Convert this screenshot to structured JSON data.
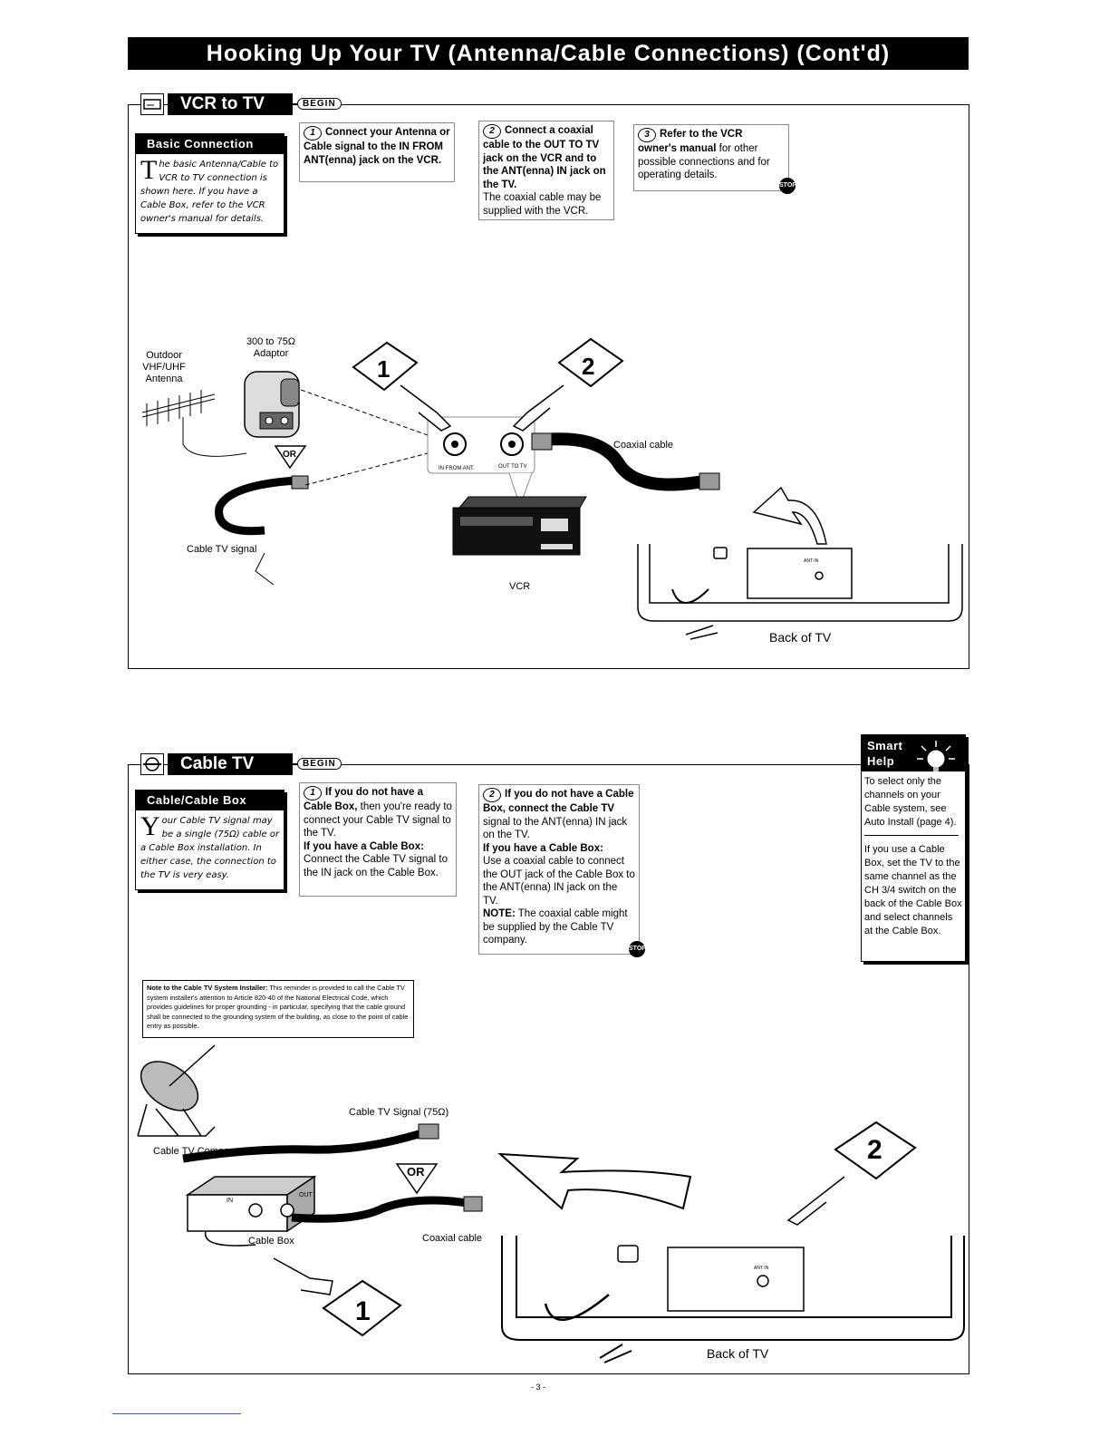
{
  "page_title": "Hooking Up Your TV (Antenna/Cable Connections) (Cont'd)",
  "section1": {
    "tab": "VCR to TV",
    "begin": "BEGIN",
    "sidebar_title": "Basic Connection",
    "sidebar_dropcap": "T",
    "sidebar_text": "he basic Antenna/Cable to VCR to TV connection is shown here. If you have a Cable Box, refer to the VCR owner's manual for details.",
    "step1_num": "1",
    "step1_bold": "Connect your Antenna or Cable signal to the IN FROM ANT(enna) jack on the VCR.",
    "step2_num": "2",
    "step2_bold": "Connect a coaxial cable to the OUT TO TV jack on the VCR and to the ANT(enna) IN jack on the TV.",
    "step2_text": "The coaxial cable may be supplied with the VCR.",
    "step3_num": "3",
    "step3_bold_a": "Refer to the VCR",
    "step3_bold_b": "owner's manual",
    "step3_text": "for other possible connections and for operating details.",
    "stop": "STOP",
    "labels": {
      "adaptor": "300 to 75Ω Adaptor",
      "antenna": "Outdoor VHF/UHF Antenna",
      "or": "OR",
      "cable_signal": "Cable TV signal",
      "in_from_ant": "IN FROM ANT.",
      "out_to_tv": "OUT TO TV",
      "coaxial": "Coaxial cable",
      "vcr": "VCR",
      "back_of_tv": "Back of TV",
      "ant_in": "ANT IN",
      "callout1": "1",
      "callout2": "2"
    }
  },
  "section2": {
    "tab": "Cable TV",
    "begin": "BEGIN",
    "sidebar_title": "Cable/Cable Box",
    "sidebar_dropcap": "Y",
    "sidebar_text": "our Cable TV signal may be a single (75Ω) cable or a Cable Box installation. In either case, the connection to the TV is very easy.",
    "step1_num": "1",
    "step1_bold": "If you do not have a Cable Box,",
    "step1_text": "then you're ready to connect your Cable TV signal to the TV.",
    "step1_bold2": "If you have a Cable Box:",
    "step1_text2": "Connect the Cable TV signal to the IN jack on the Cable Box.",
    "step2_num": "2",
    "step2_bold": "If you do not have a Cable Box, connect the Cable TV",
    "step2_text": "signal to the ANT(enna) IN jack on the TV.",
    "step2_bold2": "If you have a Cable Box:",
    "step2_text2": "Use a coaxial cable to connect the OUT jack of the Cable Box to the ANT(enna) IN jack on the TV.",
    "step2_note_label": "NOTE:",
    "step2_note": "The coaxial cable might be supplied by the Cable TV company.",
    "stop": "STOP",
    "note_title": "Note to the Cable TV System Installer:",
    "note_text": "This reminder is provided to call the Cable TV system installer's attention to Article 820-40 of the National Electrical Code, which provides guidelines for proper grounding - in particular, specifying that the cable ground shall be connected to the grounding system of the building, as close to the point of cable entry as possible.",
    "labels": {
      "cable_signal": "Cable TV Signal (75Ω)",
      "company": "Cable TV Company",
      "or": "OR",
      "in": "IN",
      "out": "OUT",
      "cable_box": "Cable Box",
      "coaxial": "Coaxial cable",
      "back_of_tv": "Back of TV",
      "ant_in": "ANT IN",
      "callout1": "1",
      "callout2": "2"
    }
  },
  "smart_help": {
    "title_a": "Smart",
    "title_b": "Help",
    "para1": "To select only the channels on your Cable system, see Auto Install (page 4).",
    "para2": "If you use a Cable Box, set the TV to the same channel as the CH 3/4 switch on the back of the Cable Box and select channels at the Cable Box."
  },
  "page_number": "- 3 -"
}
